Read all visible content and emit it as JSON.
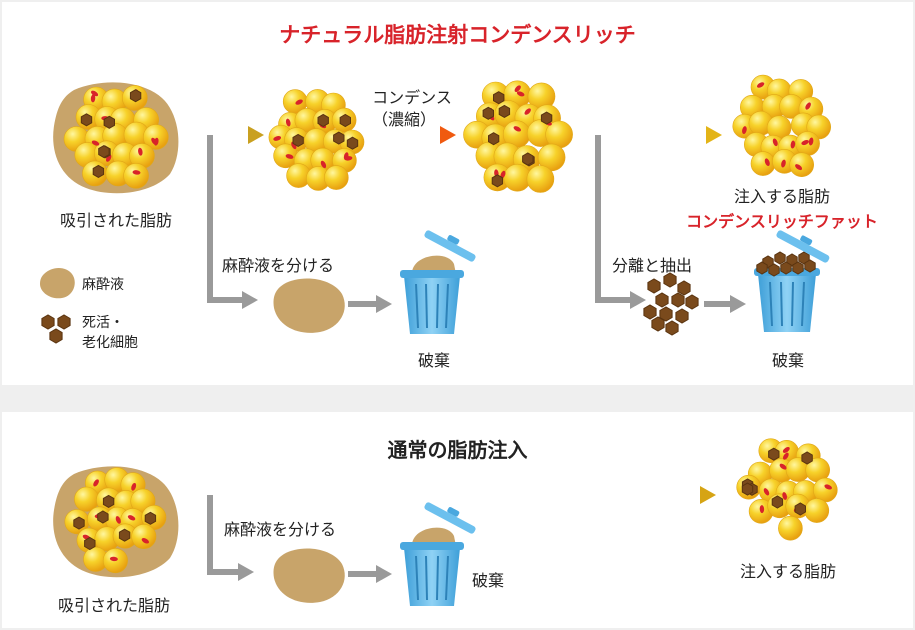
{
  "top": {
    "title": "ナチュラル脂肪注射コンデンスリッチ",
    "suctioned_fat": "吸引された脂肪",
    "condense_line1": "コンデンス",
    "condense_line2": "（濃縮）",
    "separate_anesthetic": "麻酔液を分ける",
    "discard_1": "破棄",
    "separate_extract": "分離と抽出",
    "discard_2": "破棄",
    "injected_fat": "注入する脂肪",
    "product_name": "コンデンスリッチファット",
    "legend_anesthetic": "麻酔液",
    "legend_dead_1": "死活・",
    "legend_dead_2": "老化細胞"
  },
  "bottom": {
    "title": "通常の脂肪注入",
    "suctioned_fat": "吸引された脂肪",
    "separate_anesthetic": "麻酔液を分ける",
    "discard": "破棄",
    "injected_fat": "注入する脂肪"
  },
  "colors": {
    "title_red": "#d8232a",
    "fat_yellow": "#f7c91c",
    "anesthetic_tan": "#c8a46a",
    "dead_cell_brown": "#7a4a1c",
    "arrow_gray": "#9a9a9a",
    "arrow_gold": "#c9a020",
    "arrow_orange": "#f26a10",
    "bin_blue": "#5fb8ea"
  }
}
